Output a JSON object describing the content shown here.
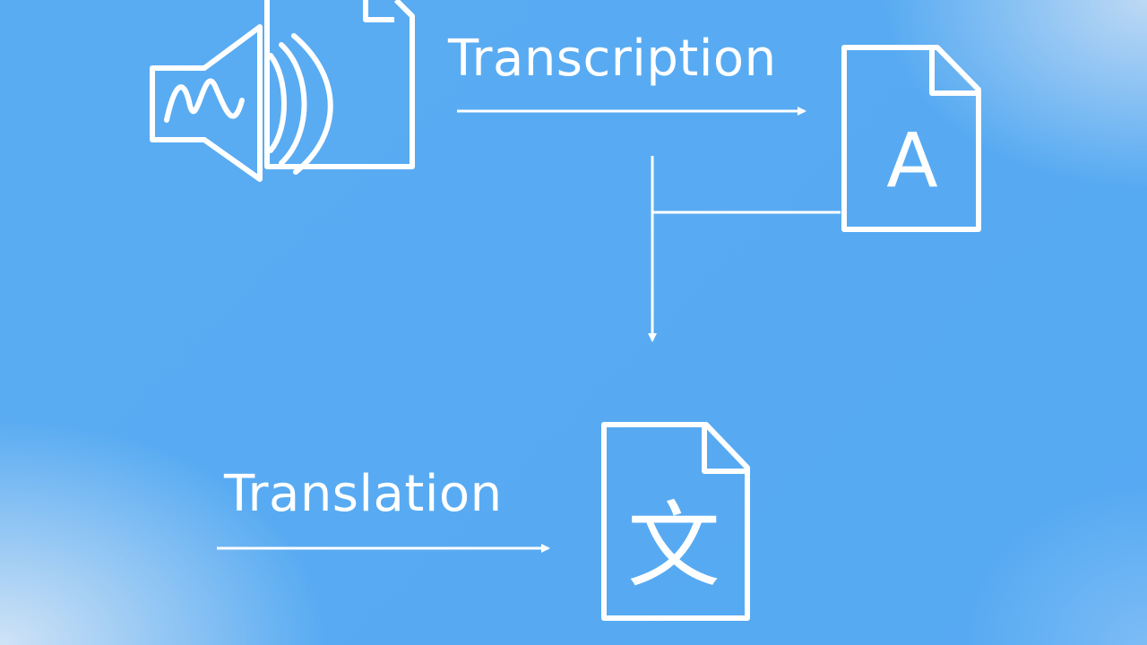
{
  "diagram": {
    "stages": [
      {
        "id": "transcription",
        "label": "Transcription"
      },
      {
        "id": "translation",
        "label": "Translation"
      }
    ],
    "icons": {
      "audio": "speaker-wave-icon",
      "audio_document": "audio-document-icon",
      "text_document": "text-document-icon",
      "translated_document": "translation-document-icon"
    },
    "glyphs": {
      "text_document": "A",
      "translated_document": "文"
    },
    "colors": {
      "background": "#58abf2",
      "foreground": "#ffffff"
    }
  }
}
